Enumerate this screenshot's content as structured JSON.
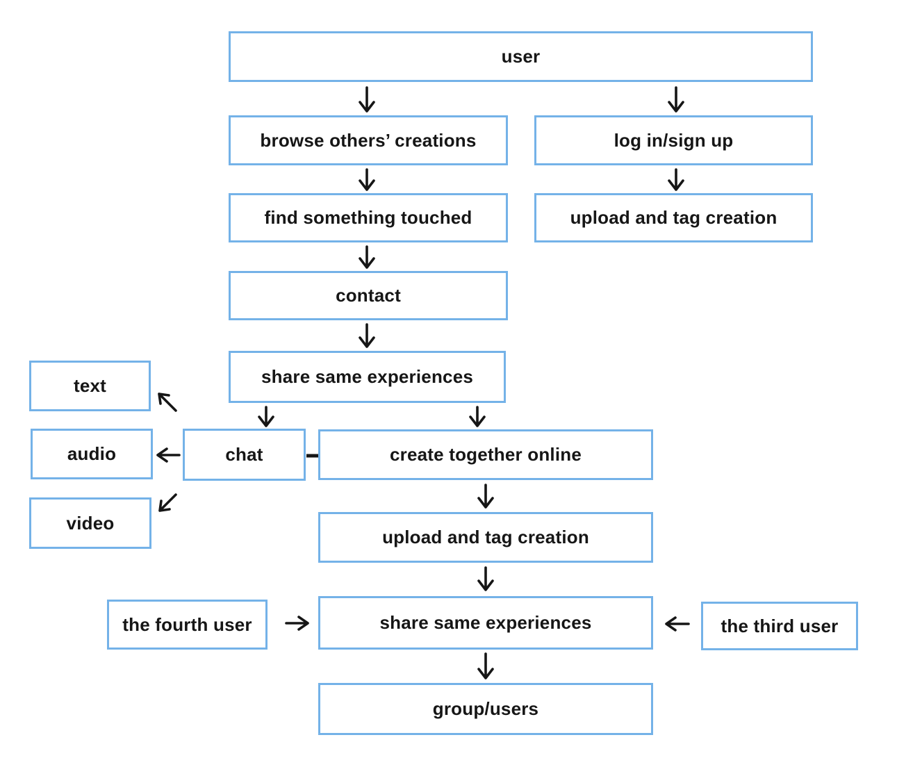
{
  "colors": {
    "background": "#ffffff",
    "box_border": "#74b2e8",
    "box_fill": "#ffffff",
    "label": "#161616",
    "arrow": "#161616"
  },
  "nodes": {
    "user": {
      "label": "user"
    },
    "browse_creations": {
      "label": "browse others’ creations"
    },
    "login_signup": {
      "label": "log in/sign up"
    },
    "find_touched": {
      "label": "find something touched"
    },
    "upload_tag_1": {
      "label": "upload and tag creation"
    },
    "contact": {
      "label": "contact"
    },
    "share_1": {
      "label": "share same experiences"
    },
    "text": {
      "label": "text"
    },
    "audio": {
      "label": "audio"
    },
    "chat": {
      "label": "chat"
    },
    "create_online": {
      "label": "create together online"
    },
    "video": {
      "label": "video"
    },
    "upload_tag_2": {
      "label": "upload and tag creation"
    },
    "fourth_user": {
      "label": "the fourth user"
    },
    "share_2": {
      "label": "share same experiences"
    },
    "third_user": {
      "label": "the third user"
    },
    "group_users": {
      "label": "group/users"
    }
  },
  "edges": [
    {
      "from": "user",
      "to": "browse_creations",
      "style": "arrow"
    },
    {
      "from": "user",
      "to": "login_signup",
      "style": "arrow"
    },
    {
      "from": "browse_creations",
      "to": "find_touched",
      "style": "arrow"
    },
    {
      "from": "login_signup",
      "to": "upload_tag_1",
      "style": "arrow"
    },
    {
      "from": "find_touched",
      "to": "contact",
      "style": "arrow"
    },
    {
      "from": "contact",
      "to": "share_1",
      "style": "arrow"
    },
    {
      "from": "share_1",
      "to": "chat",
      "style": "arrow"
    },
    {
      "from": "share_1",
      "to": "create_online",
      "style": "arrow"
    },
    {
      "from": "chat",
      "to": "text",
      "style": "arrow"
    },
    {
      "from": "chat",
      "to": "audio",
      "style": "arrow"
    },
    {
      "from": "chat",
      "to": "video",
      "style": "arrow"
    },
    {
      "from": "chat",
      "to": "create_online",
      "style": "plain-line"
    },
    {
      "from": "create_online",
      "to": "upload_tag_2",
      "style": "arrow"
    },
    {
      "from": "upload_tag_2",
      "to": "share_2",
      "style": "arrow"
    },
    {
      "from": "fourth_user",
      "to": "share_2",
      "style": "arrow"
    },
    {
      "from": "third_user",
      "to": "share_2",
      "style": "arrow"
    },
    {
      "from": "share_2",
      "to": "group_users",
      "style": "arrow"
    }
  ]
}
